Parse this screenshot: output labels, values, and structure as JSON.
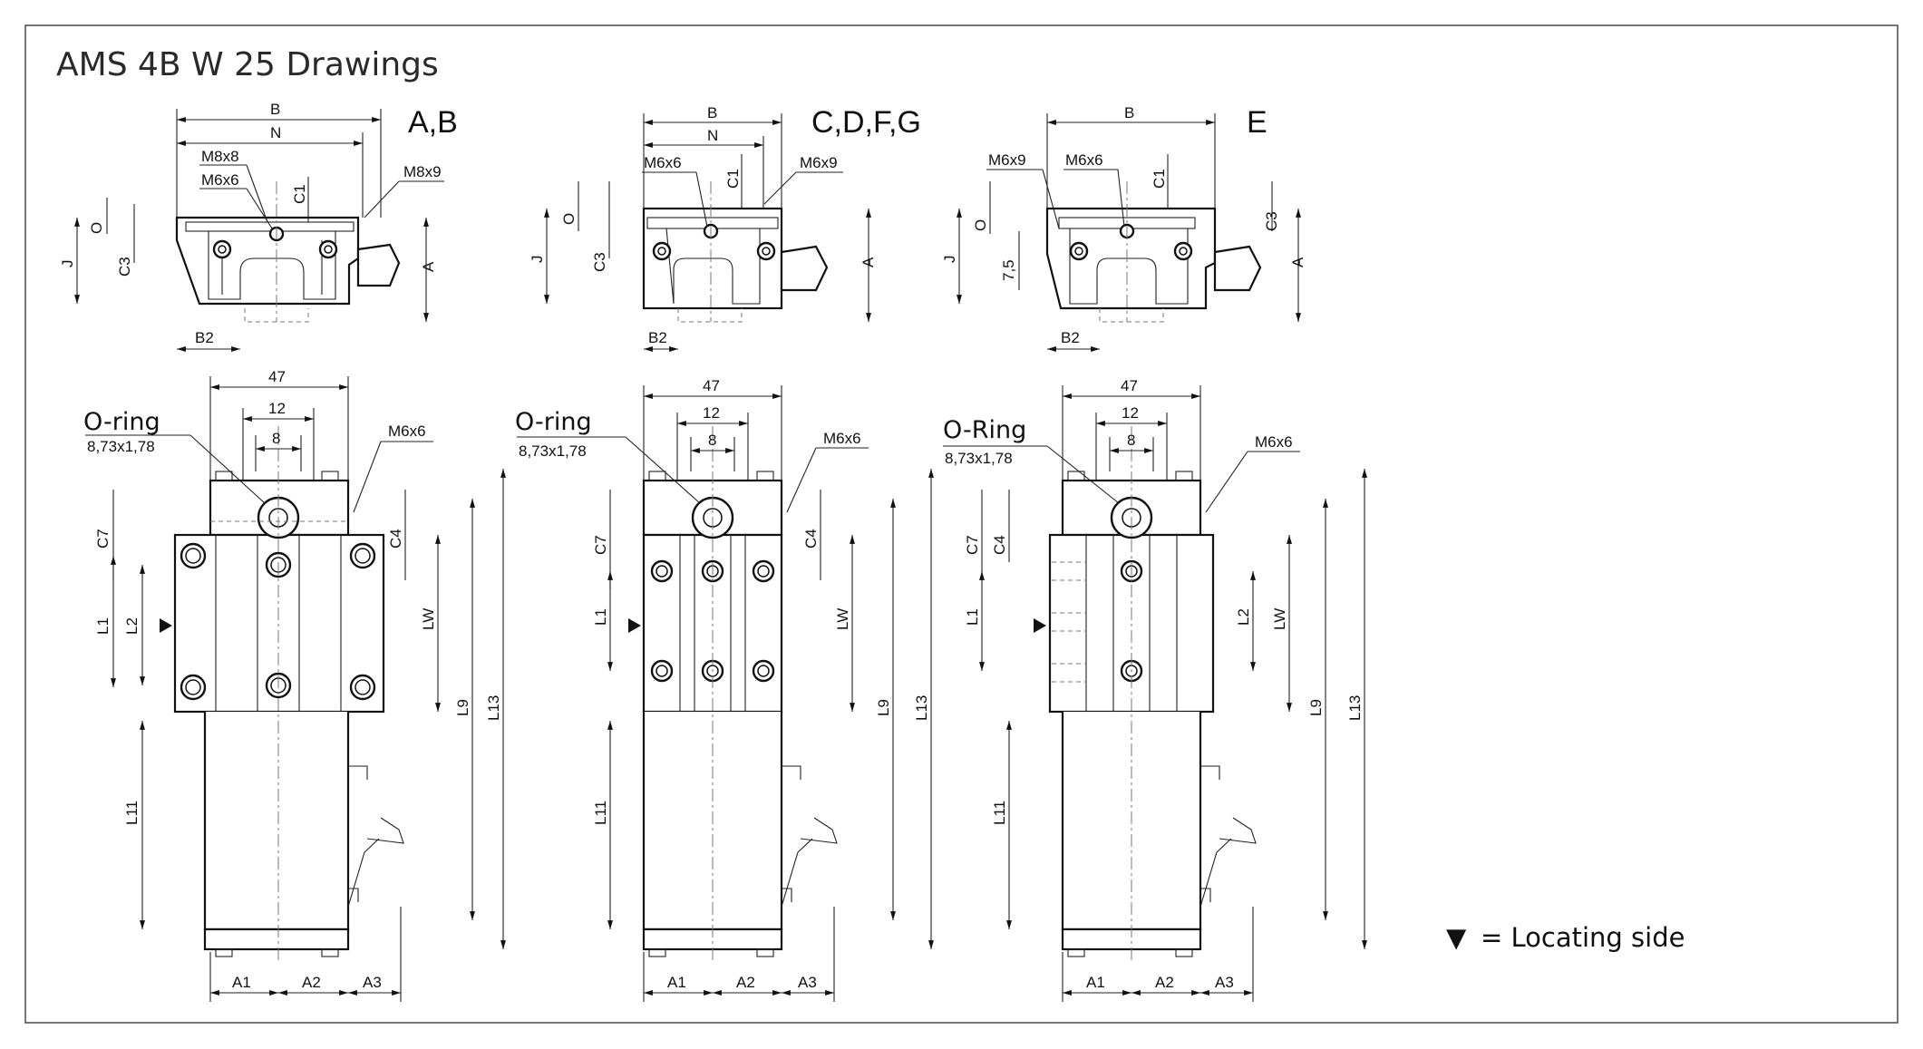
{
  "title": "AMS 4B W 25 Drawings",
  "legend": {
    "symbol": "▼",
    "text": "= Locating side"
  },
  "groups": [
    {
      "label": "A,B",
      "top_view": {
        "dims": {
          "B": "B",
          "N": "N",
          "A": "A",
          "J": "J",
          "O": "O",
          "C1": "C1",
          "C3": "C3",
          "B2": "B2"
        },
        "callouts": [
          "M8x8",
          "M6x6",
          "M8x9"
        ]
      },
      "side_view": {
        "d47": "47",
        "d12": "12",
        "d8": "8",
        "oring_label": "O-ring",
        "oring_size": "8,73x1,78",
        "thread": "M6x6",
        "dims": {
          "C7": "C7",
          "C4": "C4",
          "L1": "L1",
          "L2": "L2",
          "LW": "LW",
          "L9": "L9",
          "L13": "L13",
          "L11": "L11",
          "A1": "A1",
          "A2": "A2",
          "A3": "A3"
        }
      }
    },
    {
      "label": "C,D,F,G",
      "top_view": {
        "dims": {
          "B": "B",
          "N": "N",
          "A": "A",
          "J": "J",
          "O": "O",
          "C1": "C1",
          "C3": "C3",
          "B2": "B2"
        },
        "callouts": [
          "M6x6",
          "M6x9"
        ]
      },
      "side_view": {
        "d47": "47",
        "d12": "12",
        "d8": "8",
        "oring_label": "O-ring",
        "oring_size": "8,73x1,78",
        "thread": "M6x6",
        "dims": {
          "C7": "C7",
          "C4": "C4",
          "L1": "L1",
          "LW": "LW",
          "L9": "L9",
          "L13": "L13",
          "L11": "L11",
          "A1": "A1",
          "A2": "A2",
          "A3": "A3"
        }
      }
    },
    {
      "label": "E",
      "top_view": {
        "dims": {
          "B": "B",
          "A": "A",
          "J": "J",
          "O": "O",
          "C1": "C1",
          "C3": "C3",
          "B2": "B2",
          "d75": "7,5"
        },
        "callouts": [
          "M6x9",
          "M6x6"
        ]
      },
      "side_view": {
        "d47": "47",
        "d12": "12",
        "d8": "8",
        "oring_label": "O-Ring",
        "oring_size": "8,73x1,78",
        "thread": "M6x6",
        "dims": {
          "C7": "C7",
          "C4": "C4",
          "L1": "L1",
          "L2": "L2",
          "LW": "LW",
          "L9": "L9",
          "L13": "L13",
          "L11": "L11",
          "A1": "A1",
          "A2": "A2",
          "A3": "A3"
        }
      }
    }
  ]
}
